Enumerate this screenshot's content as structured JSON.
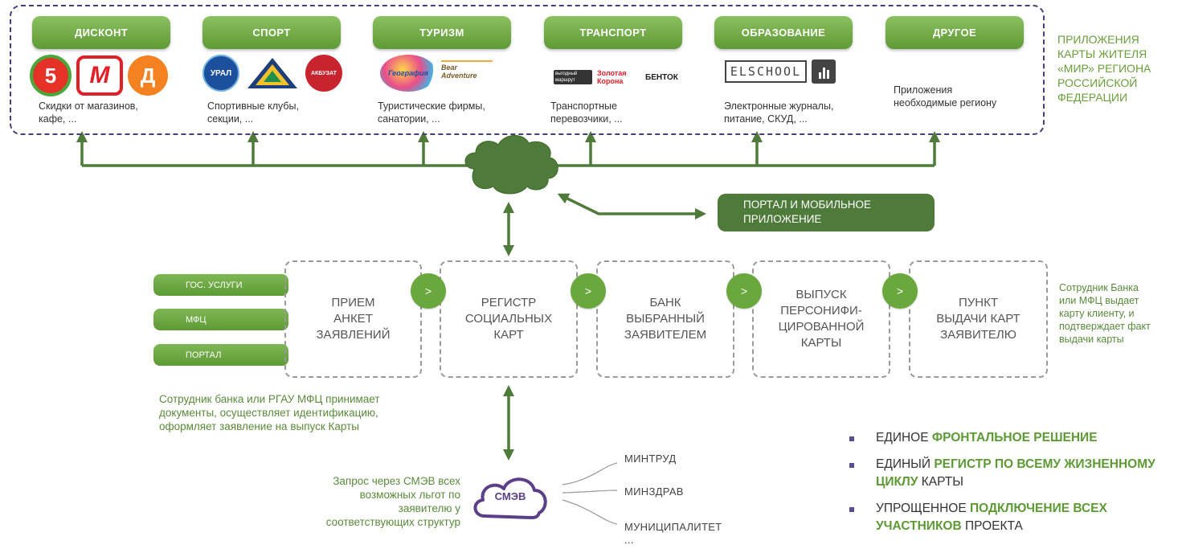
{
  "categories": [
    {
      "label": "ДИСКОНТ",
      "desc": "Скидки от магазинов,\nкафе, ..."
    },
    {
      "label": "СПОРТ",
      "desc": "Спортивные клубы,\nсекции, ..."
    },
    {
      "label": "ТУРИЗМ",
      "desc": "Туристические фирмы,\nсанатории, ..."
    },
    {
      "label": "ТРАНСПОРТ",
      "desc": "Транспортные\nперевозчики, ..."
    },
    {
      "label": "ОБРАЗОВАНИЕ",
      "desc": "Электронные журналы,\nпитание, СКУД, ..."
    },
    {
      "label": "ДРУГОЕ",
      "desc": "Приложения\nнеобходимые региону"
    }
  ],
  "logos": {
    "pyaterochka": "5",
    "magnit": "М",
    "dixy": "Д",
    "ural": "УРАЛ",
    "akbuzat": "АКБУЗАТ",
    "geografiya": "География",
    "bear_adventure": "Bear Adventure",
    "vygodny": "выгодный маршрут",
    "zolotaya_korona": "Золотая Корона",
    "bentok": "БЕНТОК",
    "elschool": "ELSCHOOL"
  },
  "right_title": "ПРИЛОЖЕНИЯ КАРТЫ ЖИТЕЛЯ «МИР» РЕГИОНА РОССИЙСКОЙ ФЕДЕРАЦИИ",
  "portal": "ПОРТАЛ И МОБИЛЬНОЕ ПРИЛОЖЕНИЕ",
  "sources": [
    "ГОС. УСЛУГИ",
    "МФЦ",
    "ПОРТАЛ"
  ],
  "process": [
    "ПРИЕМ\nАНКЕТ\nЗАЯВЛЕНИЙ",
    "РЕГИСТР\nСОЦИАЛЬНЫХ\nКАРТ",
    "БАНК\nВЫБРАННЫЙ\nЗАЯВИТЕЛЕМ",
    "ВЫПУСК\nПЕРСОНИФИ-\nЦИРОВАННОЙ\nКАРТЫ",
    "ПУНКТ\nВЫДАЧИ КАРТ\nЗАЯВИТЕЛЮ"
  ],
  "chevron": ">",
  "bank_note": "Сотрудник Банка\nили МФЦ выдает\nкарту клиенту, и\nподтверждает факт\nвыдачи карты",
  "intake_note": "Сотрудник банка или РГАУ МФЦ принимает\nдокументы, осуществляет идентификацию,\nоформляет заявление на выпуск Карты",
  "smev_note": "Запрос через СМЭВ всех\nвозможных льгот по\nзаявителю у\nсоответствующих структур",
  "smev_label": "СМЭВ",
  "agencies": [
    "МИНТРУД",
    "МИНЗДРАВ",
    "МУНИЦИПАЛИТЕТ",
    "..."
  ],
  "bullets": [
    {
      "pre": "ЕДИНОЕ ",
      "bold": "ФРОНТАЛЬНОЕ РЕШЕНИЕ",
      "post": ""
    },
    {
      "pre": "ЕДИНЫЙ ",
      "bold": "РЕГИСТР ПО ВСЕМУ ЖИЗНЕННОМУ ЦИКЛУ",
      "post": " КАРТЫ"
    },
    {
      "pre": "УПРОЩЕННОЕ ",
      "bold": "ПОДКЛЮЧЕНИЕ ВСЕХ УЧАСТНИКОВ",
      "post": " ПРОЕКТА"
    }
  ],
  "colors": {
    "green": "#5d9a35",
    "dark_green": "#4e7a3a",
    "purple": "#5b4d93",
    "border": "#4a3d7a"
  }
}
